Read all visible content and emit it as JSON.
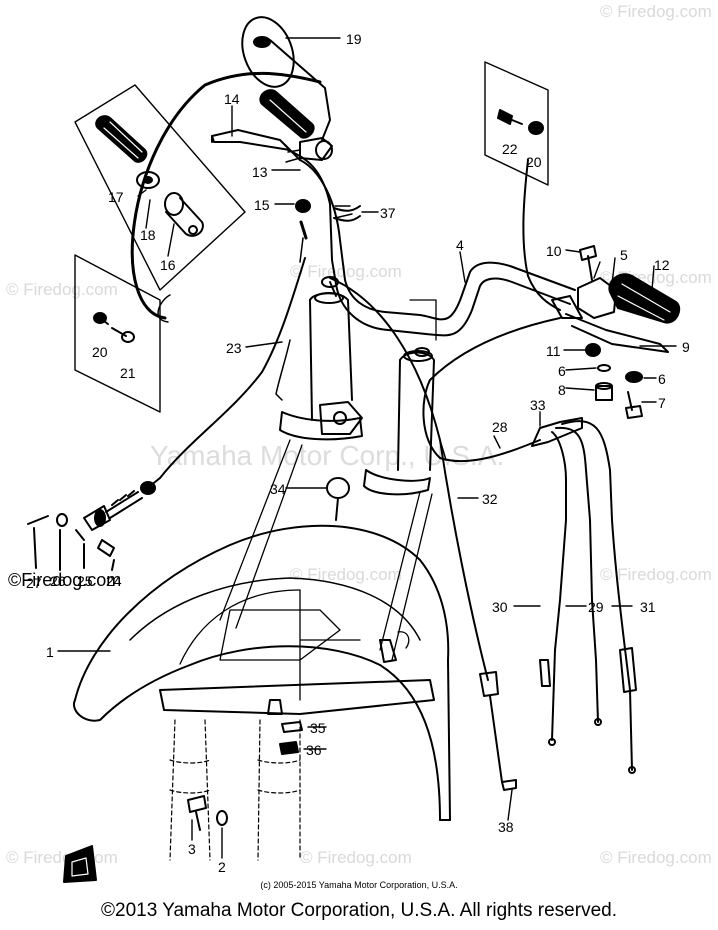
{
  "callouts": [
    {
      "id": "p1",
      "text": "1"
    },
    {
      "id": "p2",
      "text": "2"
    },
    {
      "id": "p3",
      "text": "3"
    },
    {
      "id": "p4",
      "text": "4"
    },
    {
      "id": "p5",
      "text": "5"
    },
    {
      "id": "p6a",
      "text": "6"
    },
    {
      "id": "p6b",
      "text": "6"
    },
    {
      "id": "p7",
      "text": "7"
    },
    {
      "id": "p8",
      "text": "8"
    },
    {
      "id": "p9",
      "text": "9"
    },
    {
      "id": "p10",
      "text": "10"
    },
    {
      "id": "p11",
      "text": "11"
    },
    {
      "id": "p12",
      "text": "12"
    },
    {
      "id": "p13",
      "text": "13"
    },
    {
      "id": "p14",
      "text": "14"
    },
    {
      "id": "p15",
      "text": "15"
    },
    {
      "id": "p16",
      "text": "16"
    },
    {
      "id": "p17",
      "text": "17"
    },
    {
      "id": "p18",
      "text": "18"
    },
    {
      "id": "p19",
      "text": "19"
    },
    {
      "id": "p20a",
      "text": "20"
    },
    {
      "id": "p20b",
      "text": "20"
    },
    {
      "id": "p21",
      "text": "21"
    },
    {
      "id": "p22",
      "text": "22"
    },
    {
      "id": "p23",
      "text": "23"
    },
    {
      "id": "p24",
      "text": "24"
    },
    {
      "id": "p25",
      "text": "25"
    },
    {
      "id": "p26",
      "text": "26"
    },
    {
      "id": "p27",
      "text": "27"
    },
    {
      "id": "p28",
      "text": "28"
    },
    {
      "id": "p29",
      "text": "29"
    },
    {
      "id": "p30",
      "text": "30"
    },
    {
      "id": "p31",
      "text": "31"
    },
    {
      "id": "p32",
      "text": "32"
    },
    {
      "id": "p33",
      "text": "33"
    },
    {
      "id": "p34",
      "text": "34"
    },
    {
      "id": "p35",
      "text": "35"
    },
    {
      "id": "p36",
      "text": "36"
    },
    {
      "id": "p37",
      "text": "37"
    },
    {
      "id": "p38",
      "text": "38"
    }
  ],
  "watermarks": {
    "firedog": "© Firedog.com",
    "center": "Yamaha Motor Corp., U.S.A.",
    "firedog_dark": "©Firedog.com"
  },
  "copyright_small": "(c) 2005-2015 Yamaha Motor Corporation, U.S.A.",
  "copyright_main": "©2013 Yamaha Motor Corporation, U.S.A. All rights reserved.",
  "colors": {
    "ink": "#000000",
    "watermark": "#d9d9d9",
    "background": "#ffffff"
  }
}
